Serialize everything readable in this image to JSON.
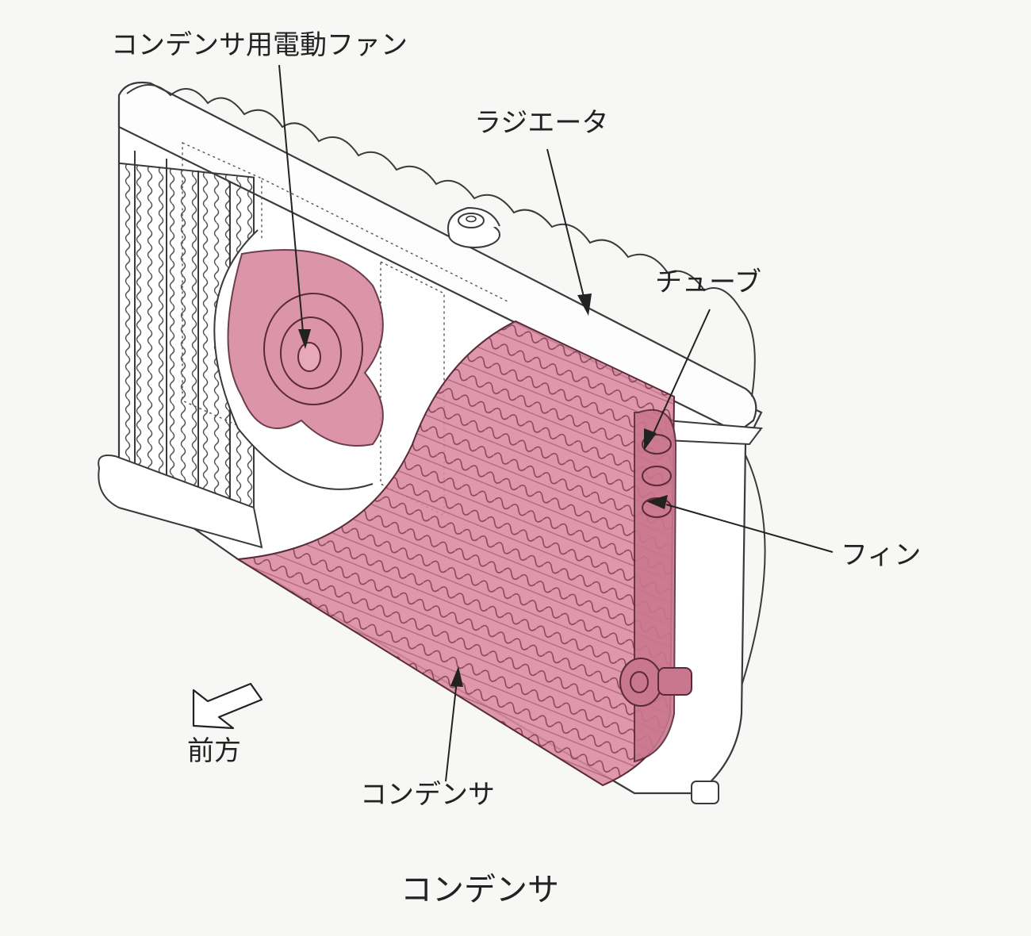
{
  "labels": {
    "condenser_fan": "コンデンサ用電動ファン",
    "radiator": "ラジエータ",
    "tube": "チューブ",
    "fin": "フィン",
    "front": "前方",
    "condenser": "コンデンサ"
  },
  "caption": "コンデンサ",
  "colors": {
    "highlight": "#d9899f",
    "highlight_dark": "#a8506a",
    "line": "#3a3a3a",
    "background": "#f7f7f5"
  }
}
